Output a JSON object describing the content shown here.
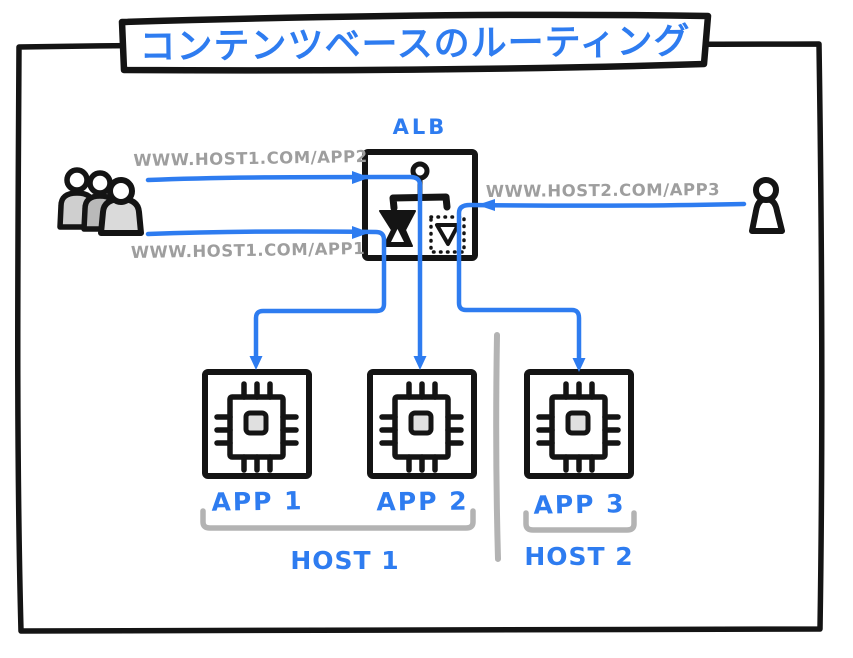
{
  "diagram": {
    "title": "コンテンツベースのルーティング",
    "alb": {
      "label": "ALB"
    },
    "requests": [
      {
        "label": "WWW.HOST1.COM/APP2",
        "from": "users-group",
        "to": "alb",
        "routes_to": "APP 2"
      },
      {
        "label": "WWW.HOST1.COM/APP1",
        "from": "users-group",
        "to": "alb",
        "routes_to": "APP 1"
      },
      {
        "label": "WWW.HOST2.COM/APP3",
        "from": "single-user",
        "to": "alb",
        "routes_to": "APP 3"
      }
    ],
    "apps": [
      {
        "label": "APP 1"
      },
      {
        "label": "APP 2"
      },
      {
        "label": "APP 3"
      }
    ],
    "hosts": [
      {
        "label": "HOST 1",
        "contains": [
          "APP 1",
          "APP 2"
        ]
      },
      {
        "label": "HOST 2",
        "contains": [
          "APP 3"
        ]
      }
    ],
    "colors": {
      "accent_blue": "#2e7cf0",
      "muted_gray_text": "#9e9e9e",
      "bracket_gray": "#b3b3b3",
      "ink_black": "#141414",
      "chip_core_fill": "#e0e0e0"
    }
  }
}
